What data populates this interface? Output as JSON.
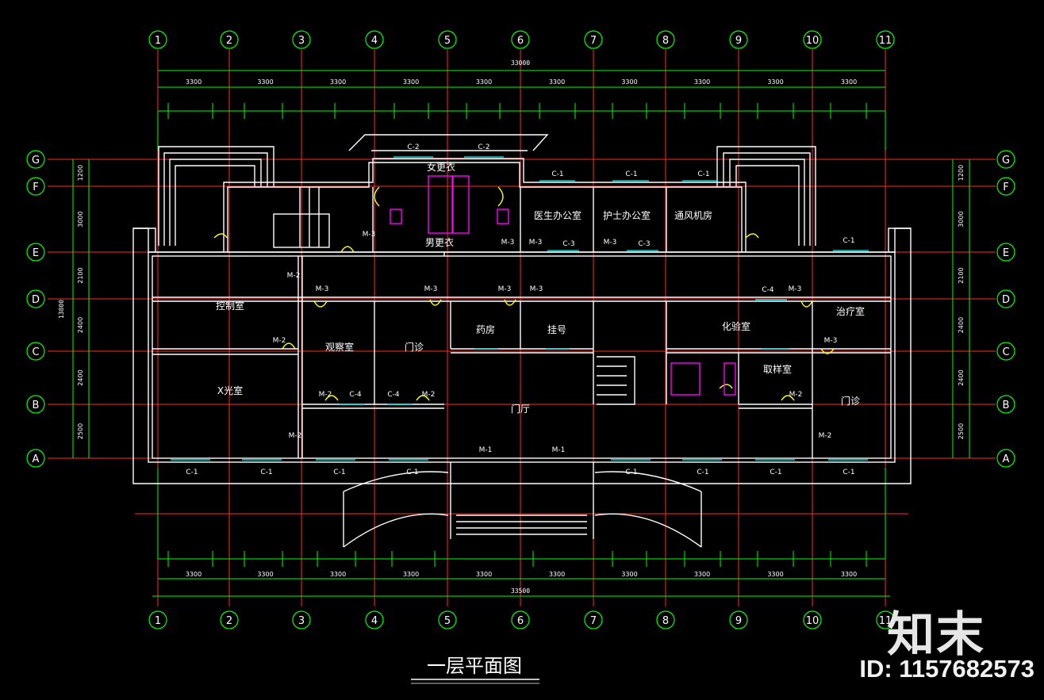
{
  "drawing": {
    "title": "一层平面图",
    "axes_x": [
      "1",
      "2",
      "3",
      "4",
      "5",
      "6",
      "7",
      "8",
      "9",
      "10",
      "11"
    ],
    "axes_y": [
      "G",
      "F",
      "E",
      "D",
      "C",
      "B",
      "A"
    ],
    "total_top": "33000",
    "total_bottom": "33500",
    "bays_top": [
      "3300",
      "3300",
      "3300",
      "3300",
      "3300",
      "3300",
      "3300",
      "3300",
      "3300",
      "3300"
    ],
    "bays_bottom": [
      "3300",
      "3300",
      "3300",
      "3300",
      "3300",
      "3300",
      "3300",
      "3300",
      "3300",
      "3300"
    ],
    "depth_total": "13800",
    "depth_segments": [
      "1200",
      "3000",
      "2100",
      "2400",
      "2400",
      "2500"
    ],
    "rooms": [
      "控制室",
      "X光室",
      "观察室",
      "门诊",
      "药房",
      "挂号",
      "门厅",
      "医生办公室",
      "护士办公室",
      "通风机房",
      "化验室",
      "治疗室",
      "取样室",
      "门诊",
      "女更衣",
      "男更衣"
    ],
    "windows": [
      "C-1",
      "C-2",
      "C-3",
      "C-4"
    ],
    "doors": [
      "M-1",
      "M-2",
      "M-3"
    ]
  },
  "watermark": {
    "logo": "知末",
    "id_text": "ID: 1157682573"
  },
  "colors": {
    "background": "#000000",
    "axis_line": "#ff2a2a",
    "dimension": "#00ff00",
    "wall": "#ffffff",
    "label": "#ffffff",
    "bubble": "#00ff00",
    "fixture": "#ff00ff",
    "door": "#ffff00",
    "window": "#00ffff"
  }
}
